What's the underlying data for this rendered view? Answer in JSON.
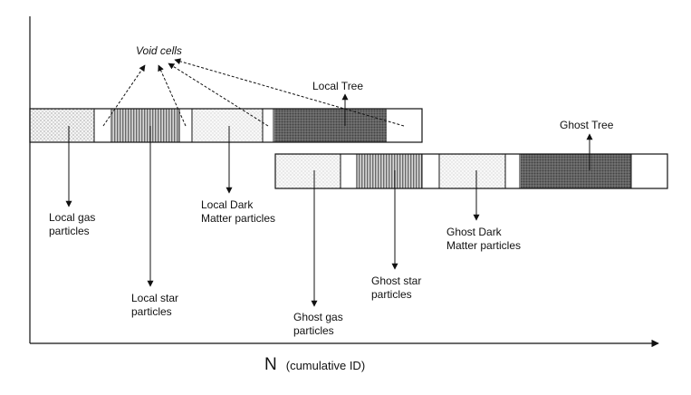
{
  "void_cells": {
    "label": "Void cells"
  },
  "local": {
    "tree_label": "Local Tree",
    "gas_label": [
      "Local gas",
      "particles"
    ],
    "star_label": [
      "Local star",
      "particles"
    ],
    "dm_label": [
      "Local Dark",
      "Matter particles"
    ]
  },
  "ghost": {
    "tree_label": "Ghost Tree",
    "gas_label": [
      "Ghost gas",
      "particles"
    ],
    "star_label": [
      "Ghost star",
      "particles"
    ],
    "dm_label": [
      "Ghost Dark",
      "Matter particles"
    ]
  },
  "axis": {
    "symbol": "N",
    "description": "(cumulative ID)"
  },
  "colors": {
    "line": "#111111",
    "dots_fill": "#f4f4f4",
    "dots_dot": "#7a7a7a",
    "stripes_dark": "#6a6a6a",
    "stripes_light": "#d8d8d8",
    "tree_fill": "#5c5c5c"
  }
}
